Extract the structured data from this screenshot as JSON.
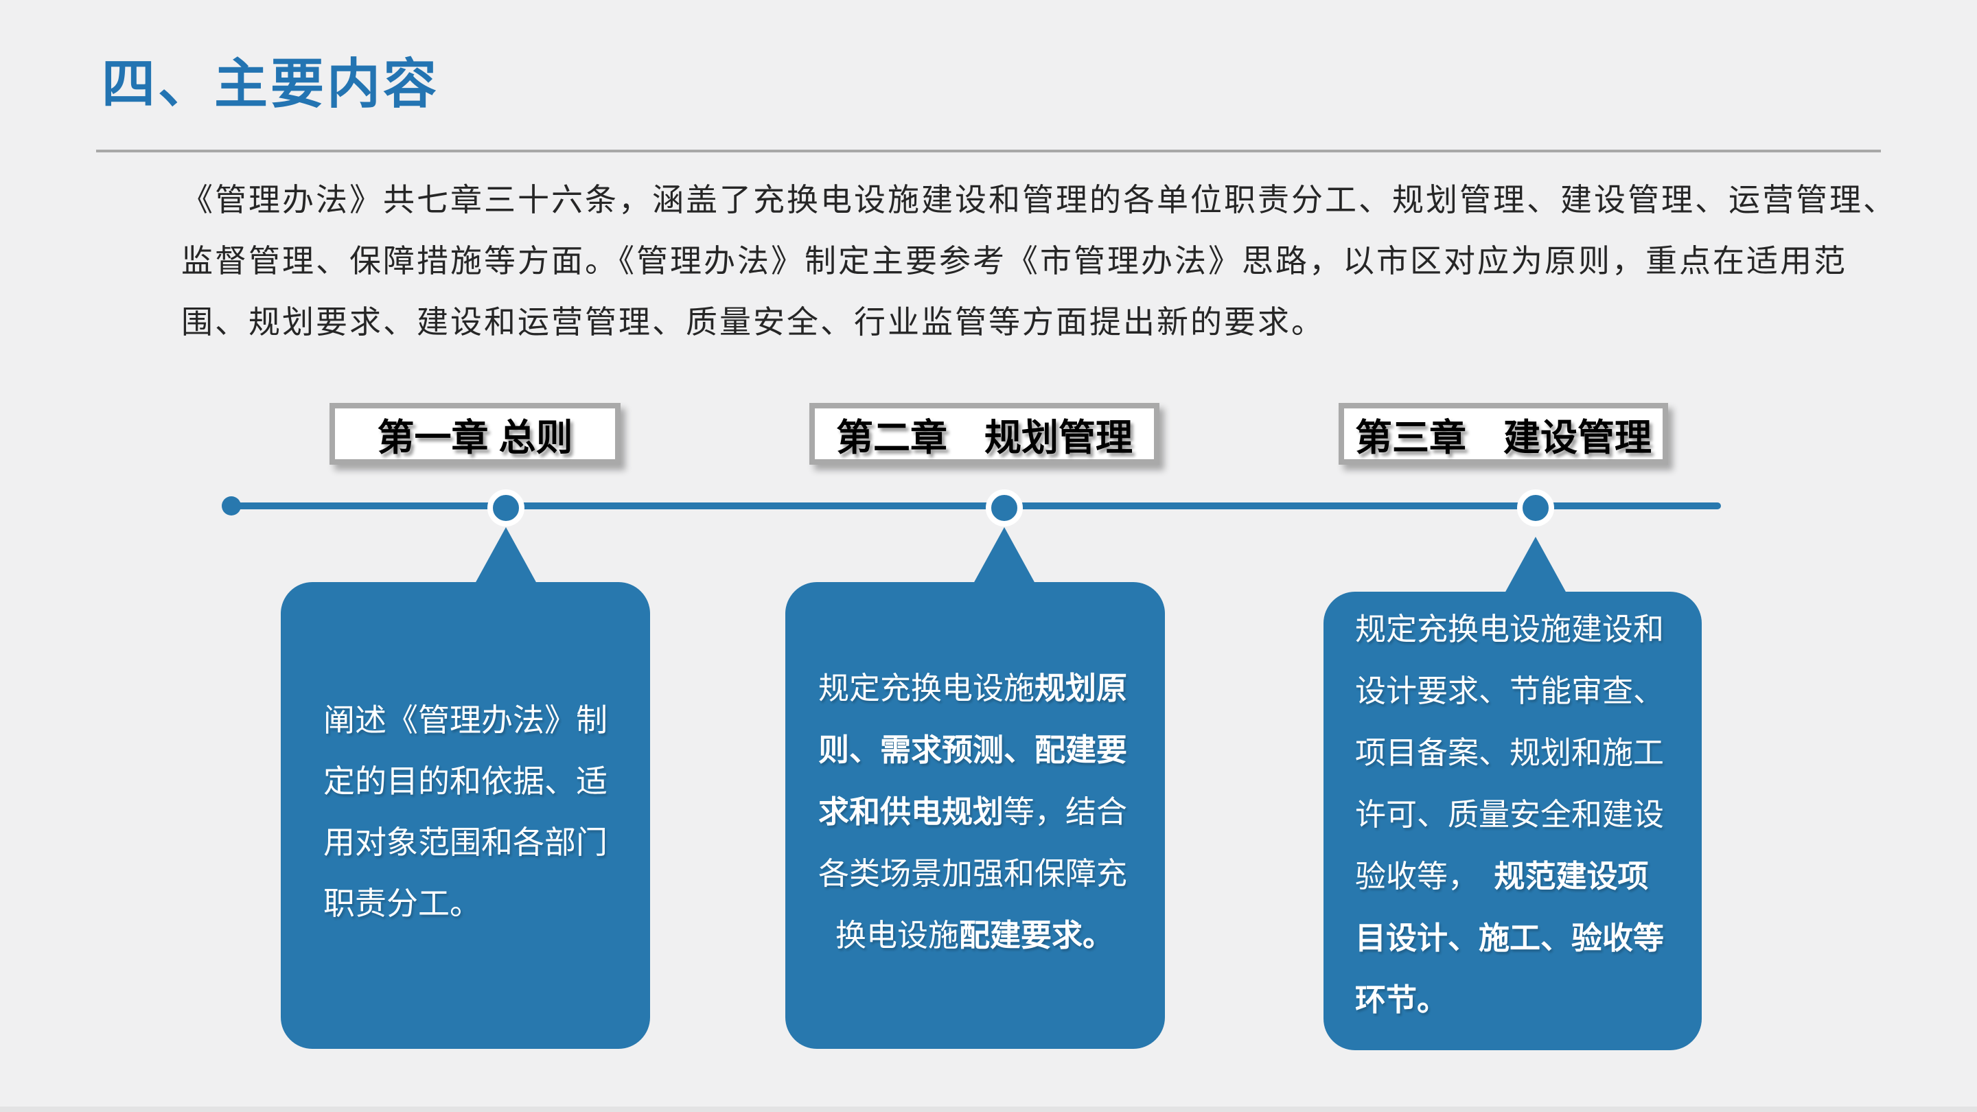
{
  "slide": {
    "title": "四、主要内容",
    "intro_lines": [
      "《管理办法》共七章三十六条，涵盖了充换电设施建设和管理的各单位职责分工、规划管理、建设管理、运营管理、",
      "监督管理、保障措施等方面。《管理办法》制定主要参考《市管理办法》思路，以市区对应为原则，重点在适用范",
      "围、规划要求、建设和运营管理、质量安全、行业监管等方面提出新的要求。"
    ],
    "chapters": [
      {
        "label": "第一章 总则"
      },
      {
        "label": "第二章　规划管理"
      },
      {
        "label": "第三章　建设管理"
      }
    ],
    "callouts": [
      {
        "lines": [
          [
            {
              "t": "阐述《管理办法》制"
            }
          ],
          [
            {
              "t": "定的目的和依据、适"
            }
          ],
          [
            {
              "t": "用对象范围和各部门"
            }
          ],
          [
            {
              "t": "职责分工。"
            }
          ]
        ]
      },
      {
        "lines": [
          [
            {
              "t": "规定充换电设施"
            },
            {
              "t": "规划原",
              "b": true
            }
          ],
          [
            {
              "t": "则、需求预测、配建要",
              "b": true
            }
          ],
          [
            {
              "t": "求和供电规划",
              "b": true
            },
            {
              "t": "等，结合"
            }
          ],
          [
            {
              "t": "各类场景加强和保障充"
            }
          ],
          [
            {
              "t": "  换电设施"
            },
            {
              "t": "配建要求。",
              "b": true
            }
          ]
        ]
      },
      {
        "lines": [
          [
            {
              "t": "规定充换电设施建设和"
            }
          ],
          [
            {
              "t": "设计要求、节能审查、"
            }
          ],
          [
            {
              "t": "项目备案、规划和施工"
            }
          ],
          [
            {
              "t": "许可、质量安全和建设"
            }
          ],
          [
            {
              "t": "验收等，　"
            },
            {
              "t": "规范建设项",
              "b": true
            }
          ],
          [
            {
              "t": "目设计、施工、验收等",
              "b": true
            }
          ],
          [
            {
              "t": "环节。",
              "b": true
            }
          ]
        ]
      }
    ],
    "colors": {
      "background": "#f0f0f1",
      "title_blue": "#2374b2",
      "divider_gray": "#a8a8a8",
      "body_text": "#262626",
      "chapter_border": "#a9a9a9",
      "chapter_fill": "#ffffff",
      "chapter_text": "#000000",
      "timeline_blue": "#2878ae",
      "callout_blue": "#2878ae",
      "callout_text": "#ffffff"
    }
  }
}
